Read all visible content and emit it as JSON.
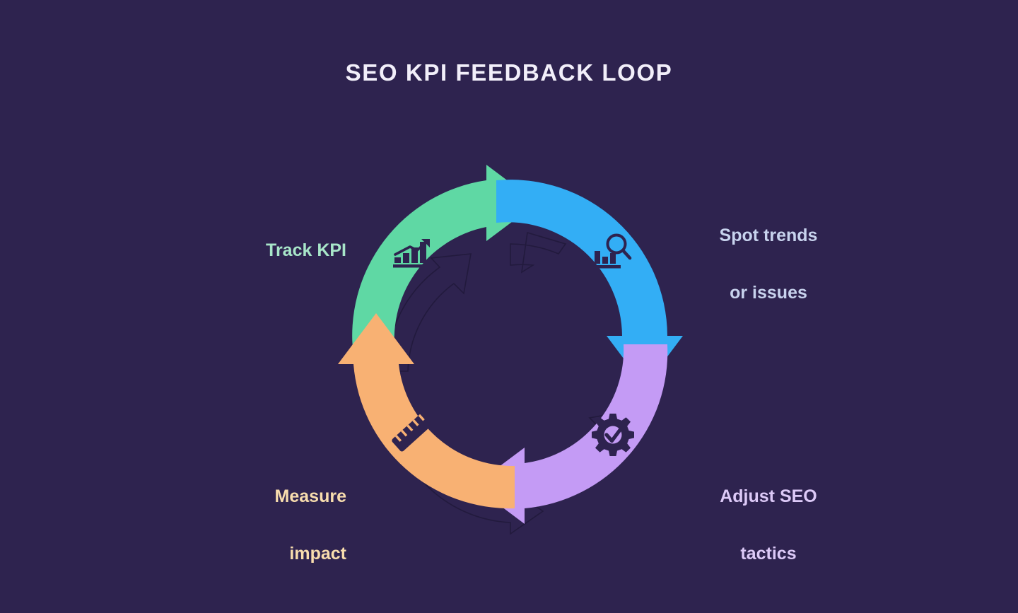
{
  "page": {
    "title": "SEO KPI FEEDBACK LOOP",
    "background_color": "#2E234F",
    "title_color": "#F2EFFA"
  },
  "chart_data": {
    "type": "diagram",
    "diagram_type": "cycle-loop",
    "title": "SEO KPI FEEDBACK LOOP",
    "direction": "clockwise",
    "segment_count": 4,
    "segments": [
      {
        "index": 1,
        "label": "Track KPI",
        "position": "top-left",
        "color": "#5FD8A4",
        "label_color": "#A8E6C9",
        "icon": "chart-growth-icon",
        "start_angle": -135,
        "end_angle": -20
      },
      {
        "index": 2,
        "label": "Spot trends\nor issues",
        "position": "top-right",
        "color": "#33AEF5",
        "label_color": "#C8D3EE",
        "icon": "chart-search-icon",
        "start_angle": -45,
        "end_angle": 70
      },
      {
        "index": 3,
        "label": "Adjust SEO\ntactics",
        "position": "bottom-right",
        "color": "#C49BF5",
        "label_color": "#DCC9F7",
        "icon": "gear-check-icon",
        "start_angle": 45,
        "end_angle": 160
      },
      {
        "index": 4,
        "label": "Measure\nimpact",
        "position": "bottom-left",
        "color": "#F8B173",
        "label_color": "#F8DDAE",
        "icon": "ruler-icon",
        "start_angle": 135,
        "end_angle": 250
      }
    ]
  },
  "labels": {
    "track": "Track KPI",
    "spot_line1": "Spot trends",
    "spot_line2": "or issues",
    "adjust_line1": "Adjust SEO",
    "adjust_line2": "tactics",
    "measure_line1": "Measure",
    "measure_line2": "impact"
  },
  "icons": {
    "track": "chart-growth-icon",
    "spot": "chart-search-icon",
    "adjust": "gear-check-icon",
    "measure": "ruler-icon"
  }
}
